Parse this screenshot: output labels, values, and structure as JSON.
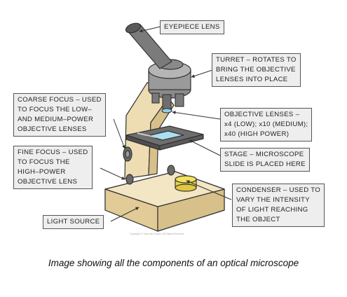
{
  "labels": {
    "eyepiece": "EYEPIECE LENS",
    "turret": "TURRET – ROTATES TO\nBRING THE OBJECTIVE\nLENSES INTO PLACE",
    "coarse_focus": "COARSE FOCUS – USED\nTO FOCUS THE LOW–\nAND MEDIUM–POWER\nOBJECTIVE LENSES",
    "objective_lenses": "OBJECTIVE LENSES –\nx4 (LOW); x10 (MEDIUM);\nx40 (HIGH POWER)",
    "stage": "STAGE – MICROSCOPE\nSLIDE IS PLACED HERE",
    "fine_focus": "FINE FOCUS – USED\nTO FOCUS THE\nHIGH–POWER\nOBJECTIVE LENS",
    "condenser": "CONDENSER – USED TO\nVARY THE INTENSITY\nOF LIGHT REACHING\nTHE OBJECT",
    "light_source": "LIGHT SOURCE"
  },
  "copyright": "Copyright © Save My Exams. All Rights Reserved",
  "caption": "Image showing all the components of an optical microscope",
  "colors": {
    "body": "#eedcb2",
    "body_dark": "#d8c08a",
    "metal": "#8a8a8a",
    "metal_dark": "#5a5a5a",
    "stage": "#6e6e6e",
    "slide": "#a9dff0",
    "condenser": "#f3e25c",
    "label_bg": "#eeeeee",
    "label_border": "#555555"
  }
}
